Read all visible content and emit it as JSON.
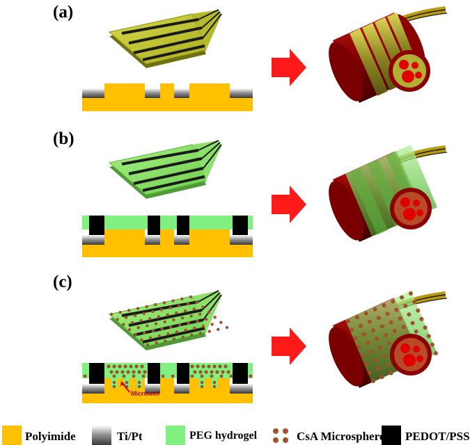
{
  "panels": [
    {
      "id": "a",
      "label": "(a)"
    },
    {
      "id": "b",
      "label": "(b)"
    },
    {
      "id": "c",
      "label": "(c)",
      "annotation": "Microwell"
    }
  ],
  "legend": [
    {
      "key": "polyimide",
      "label": "Polyimide",
      "color": "#ffc000"
    },
    {
      "key": "tipt",
      "label": "Ti/Pt",
      "color": "#9a9a9a"
    },
    {
      "key": "peg",
      "label": "PEG hydrogel",
      "color": "#80f080"
    },
    {
      "key": "csa",
      "label": "CsA Microsphere",
      "color": "#a0522d"
    },
    {
      "key": "pedot",
      "label": "PEDOT/PSS",
      "color": "#000000"
    }
  ],
  "colors": {
    "arrow": "#ff1a1a",
    "nerve": "#8b0000",
    "nerve_inner": "#e80000",
    "probe_a": "#c8cc33",
    "probe_b": "#88e36a"
  }
}
